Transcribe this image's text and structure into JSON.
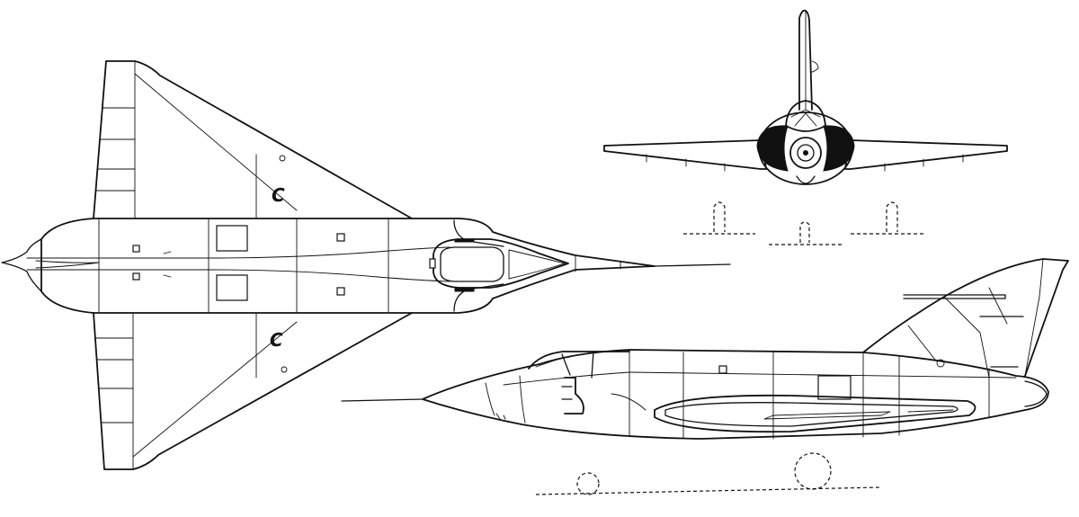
{
  "drawing": {
    "views": [
      "plan-view",
      "front-view",
      "side-view"
    ],
    "background_color": "#ffffff",
    "line_color": "#111111",
    "wing_insignia_text": "C"
  }
}
